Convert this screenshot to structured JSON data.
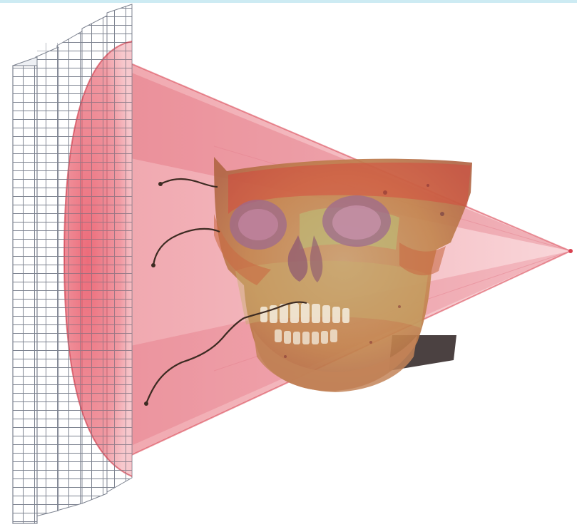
{
  "figure": {
    "subject": "cone-beam-ct-illustration",
    "components": [
      "x-ray-source",
      "x-ray-cone-beam",
      "skull",
      "flat-panel-detector"
    ]
  },
  "colors": {
    "beam": "#e6606e",
    "beam_dark": "#d2323f",
    "detector_line": "#7a7f8a",
    "skull_base": "#c88a5a",
    "skull_red": "#d9403a",
    "skull_green": "#b9c27a",
    "skull_purple": "#9d6a8e",
    "tooth": "#f3e9d8",
    "nerve": "#3d2b22",
    "top_rule": "#cdebf3"
  }
}
